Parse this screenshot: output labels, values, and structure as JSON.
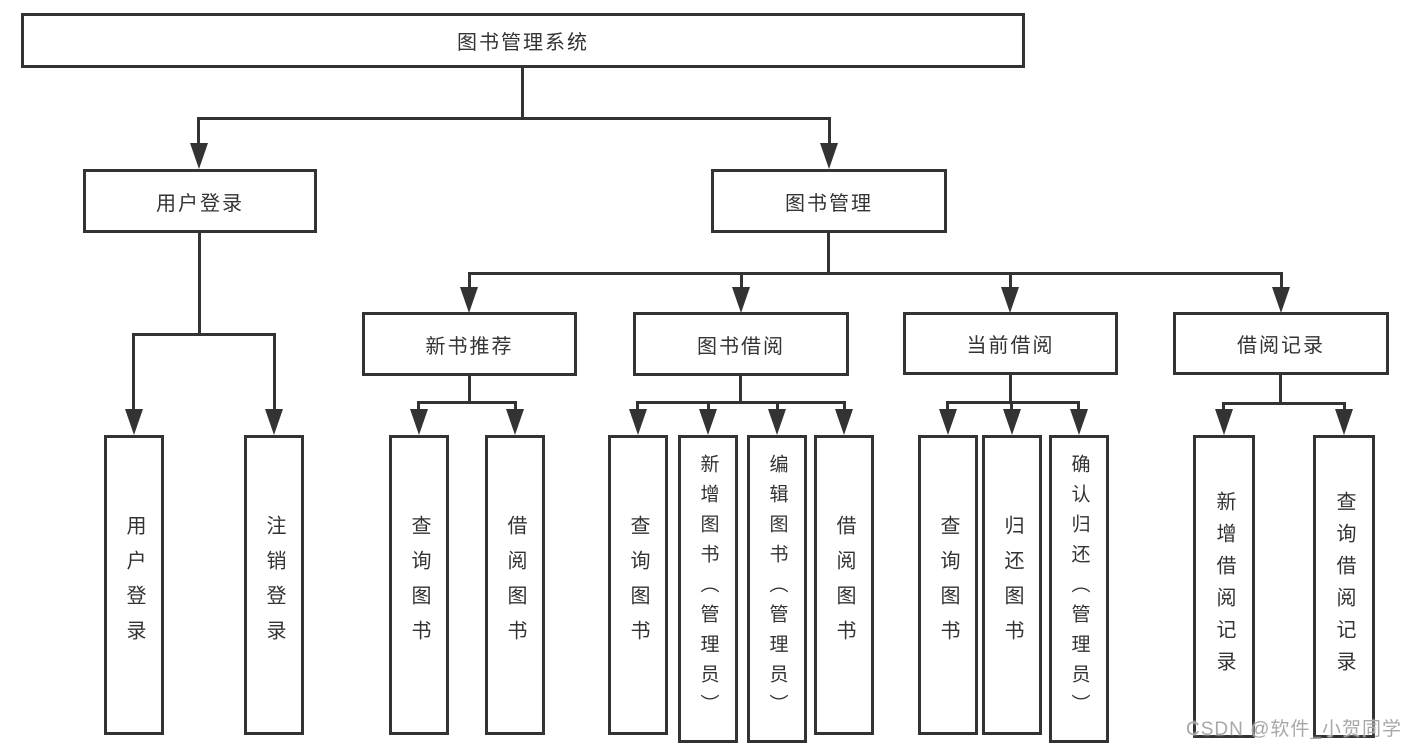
{
  "nodes": {
    "root": "图书管理系统",
    "user_login": "用户登录",
    "book_mgmt": "图书管理",
    "new_book_rec": "新书推荐",
    "book_borrow": "图书借阅",
    "current_borrow": "当前借阅",
    "borrow_record": "借阅记录"
  },
  "leaves": {
    "user_login": "用户登录",
    "logout": "注销登录",
    "rec_query": "查询图书",
    "rec_borrow": "借阅图书",
    "bb_query": "查询图书",
    "bb_add": "新增图书（管理员）",
    "bb_edit": "编辑图书（管理员）",
    "bb_borrow": "借阅图书",
    "cb_query": "查询图书",
    "cb_return": "归还图书",
    "cb_confirm": "确认归还（管理员）",
    "br_add": "新增借阅记录",
    "br_query": "查询借阅记录"
  },
  "hierarchy": {
    "图书管理系统": {
      "用户登录": [
        "用户登录",
        "注销登录"
      ],
      "图书管理": {
        "新书推荐": [
          "查询图书",
          "借阅图书"
        ],
        "图书借阅": [
          "查询图书",
          "新增图书（管理员）",
          "编辑图书（管理员）",
          "借阅图书"
        ],
        "当前借阅": [
          "查询图书",
          "归还图书",
          "确认归还（管理员）"
        ],
        "借阅记录": [
          "新增借阅记录",
          "查询借阅记录"
        ]
      }
    }
  },
  "watermark": "CSDN @软件_小贺同学",
  "colors": {
    "line": "#333333",
    "text": "#333333",
    "box_background": "#ffffff",
    "page_background": "#ffffff",
    "watermark": "#a8a8a8"
  }
}
